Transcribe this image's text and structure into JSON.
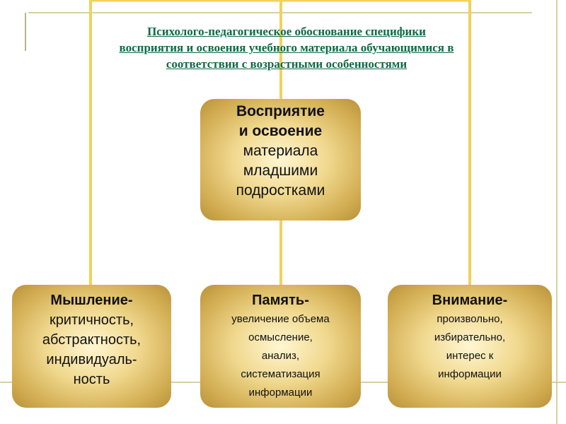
{
  "colors": {
    "frame_line": "#f0d25a",
    "thin_line": "#c8c08a",
    "title_color": "#0f6a46",
    "box_fill": "#e4c372"
  },
  "title": {
    "line1": "Психолого-педагогическое обоснование специфики",
    "line2": "восприятия и освоения учебного материала обучающимися в",
    "line3": "соответствии с возрастными особенностями"
  },
  "center_box": {
    "bold1": "Восприятие",
    "bold2": "и освоение",
    "text1": "материала",
    "text2": "младшими",
    "text3": "подростками"
  },
  "left_box": {
    "heading": "Мышление-",
    "line1": "критичность,",
    "line2": "абстрактность,",
    "line3": "индивидуаль-",
    "line4": "ность"
  },
  "middle_box": {
    "heading": "Память-",
    "line1": "увеличение объема",
    "line2": "осмысление,",
    "line3": "анализ,",
    "line4": "систематизация",
    "line5": "информации"
  },
  "right_box": {
    "heading": "Внимание-",
    "line1": "произвольно,",
    "line2": "избирательно,",
    "line3": "интерес к",
    "line4": "информации"
  }
}
